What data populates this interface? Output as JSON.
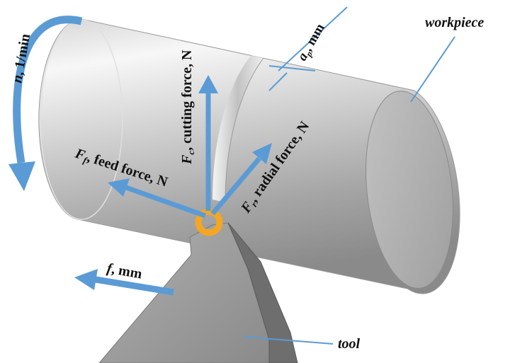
{
  "labels": {
    "rotation_symbol": "n",
    "rotation_unit": ", 1/min",
    "cutting_symbol": "F",
    "cutting_sub": "c",
    "cutting_text": ", cutting force, N",
    "depth_symbol": "a",
    "depth_sub": "p",
    "depth_unit": ", mm",
    "workpiece": "workpiece",
    "feed_force_symbol": "F",
    "feed_force_sub": "f",
    "feed_force_text": ", feed force, N",
    "radial_symbol": "F",
    "radial_sub": "r",
    "radial_text": ", radial force, N",
    "feed_symbol": "f",
    "feed_unit": ", mm",
    "tool": "tool"
  },
  "colors": {
    "arrow": "#5b9bd5",
    "contact_ring": "#f5a623",
    "cylinder_light": "#f2f2f2",
    "cylinder_dark": "#8e8e8e",
    "end_face": "#b4b4b4",
    "tool_face": "#9c9c9c",
    "tool_dark": "#6e6e6e"
  }
}
